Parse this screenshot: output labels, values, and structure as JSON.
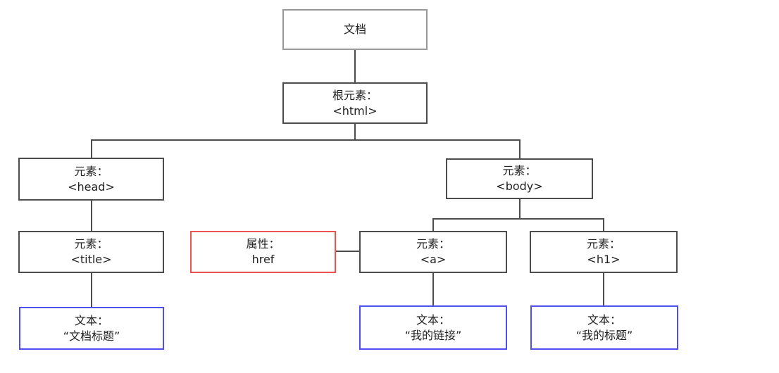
{
  "diagram": {
    "kind": "dom-tree",
    "nodes": {
      "document": {
        "line1": "文档"
      },
      "root_html": {
        "line1": "根元素：",
        "line2": "<html>"
      },
      "elem_head": {
        "line1": "元素：",
        "line2": "<head>"
      },
      "elem_body": {
        "line1": "元素：",
        "line2": "<body>"
      },
      "elem_title": {
        "line1": "元素：",
        "line2": "<title>"
      },
      "attr_href": {
        "line1": "属性：",
        "line2": "href"
      },
      "elem_a": {
        "line1": "元素：",
        "line2": "<a>"
      },
      "elem_h1": {
        "line1": "元素：",
        "line2": "<h1>"
      },
      "text_title": {
        "line1": "文本：",
        "line2": "“文档标题”"
      },
      "text_link": {
        "line1": "文本：",
        "line2": "“我的链接”"
      },
      "text_heading": {
        "line1": "文本：",
        "line2": "“我的标题”"
      }
    },
    "colors": {
      "default_border": "#4d4d4d",
      "document_border": "#999999",
      "attribute_border": "#ef5350",
      "text_border": "#4f4ff0",
      "line": "#4d4d4d",
      "text": "#222222"
    }
  }
}
